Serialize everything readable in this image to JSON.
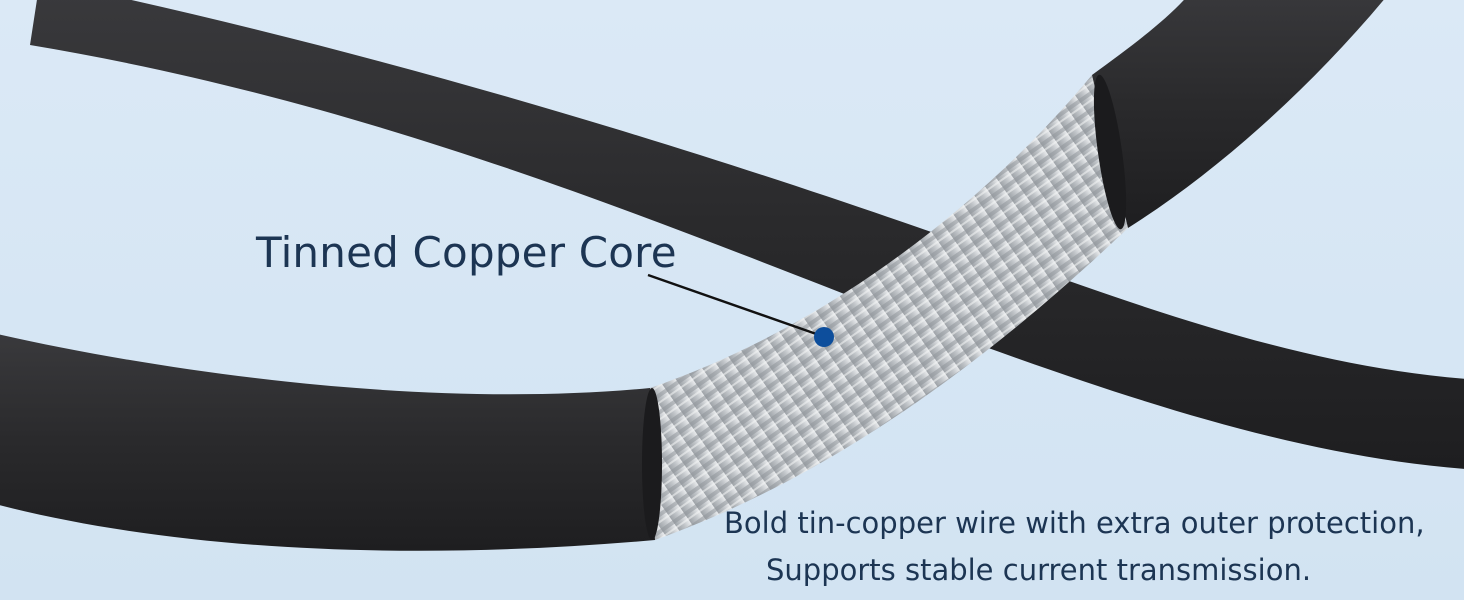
{
  "callout": {
    "label": "Tinned Copper Core"
  },
  "caption": {
    "line1": "Bold tin-copper wire with extra outer protection,",
    "line2": "Supports stable current transmission."
  },
  "colors": {
    "background": "#d9e8f5",
    "cable_jacket": "#2a2a2c",
    "wire_strands": "#c9cccf",
    "text": "#1c3553",
    "marker": "#0d4e9c"
  }
}
